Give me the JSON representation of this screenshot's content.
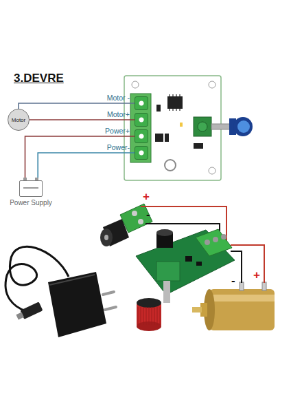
{
  "diagram": {
    "title": "3.DEVRE",
    "nodes": [
      {
        "text": [
          "Motor -"
        ]
      },
      {
        "text": [
          "Motor+"
        ]
      },
      {
        "text": [
          "Motor"
        ]
      },
      {
        "text": [
          "Power+"
        ]
      },
      {
        "text": [
          "Power-"
        ]
      },
      {
        "text": [
          "Power Supply"
        ]
      }
    ],
    "edges": [
      {
        "from": 2,
        "to": 0,
        "arrow": "none"
      },
      {
        "from": 2,
        "to": 1,
        "arrow": "none"
      },
      {
        "from": 5,
        "to": 3,
        "arrow": "none"
      },
      {
        "from": 5,
        "to": 4,
        "arrow": "none"
      }
    ],
    "labels": [
      "+",
      "-",
      "-",
      "+"
    ]
  }
}
